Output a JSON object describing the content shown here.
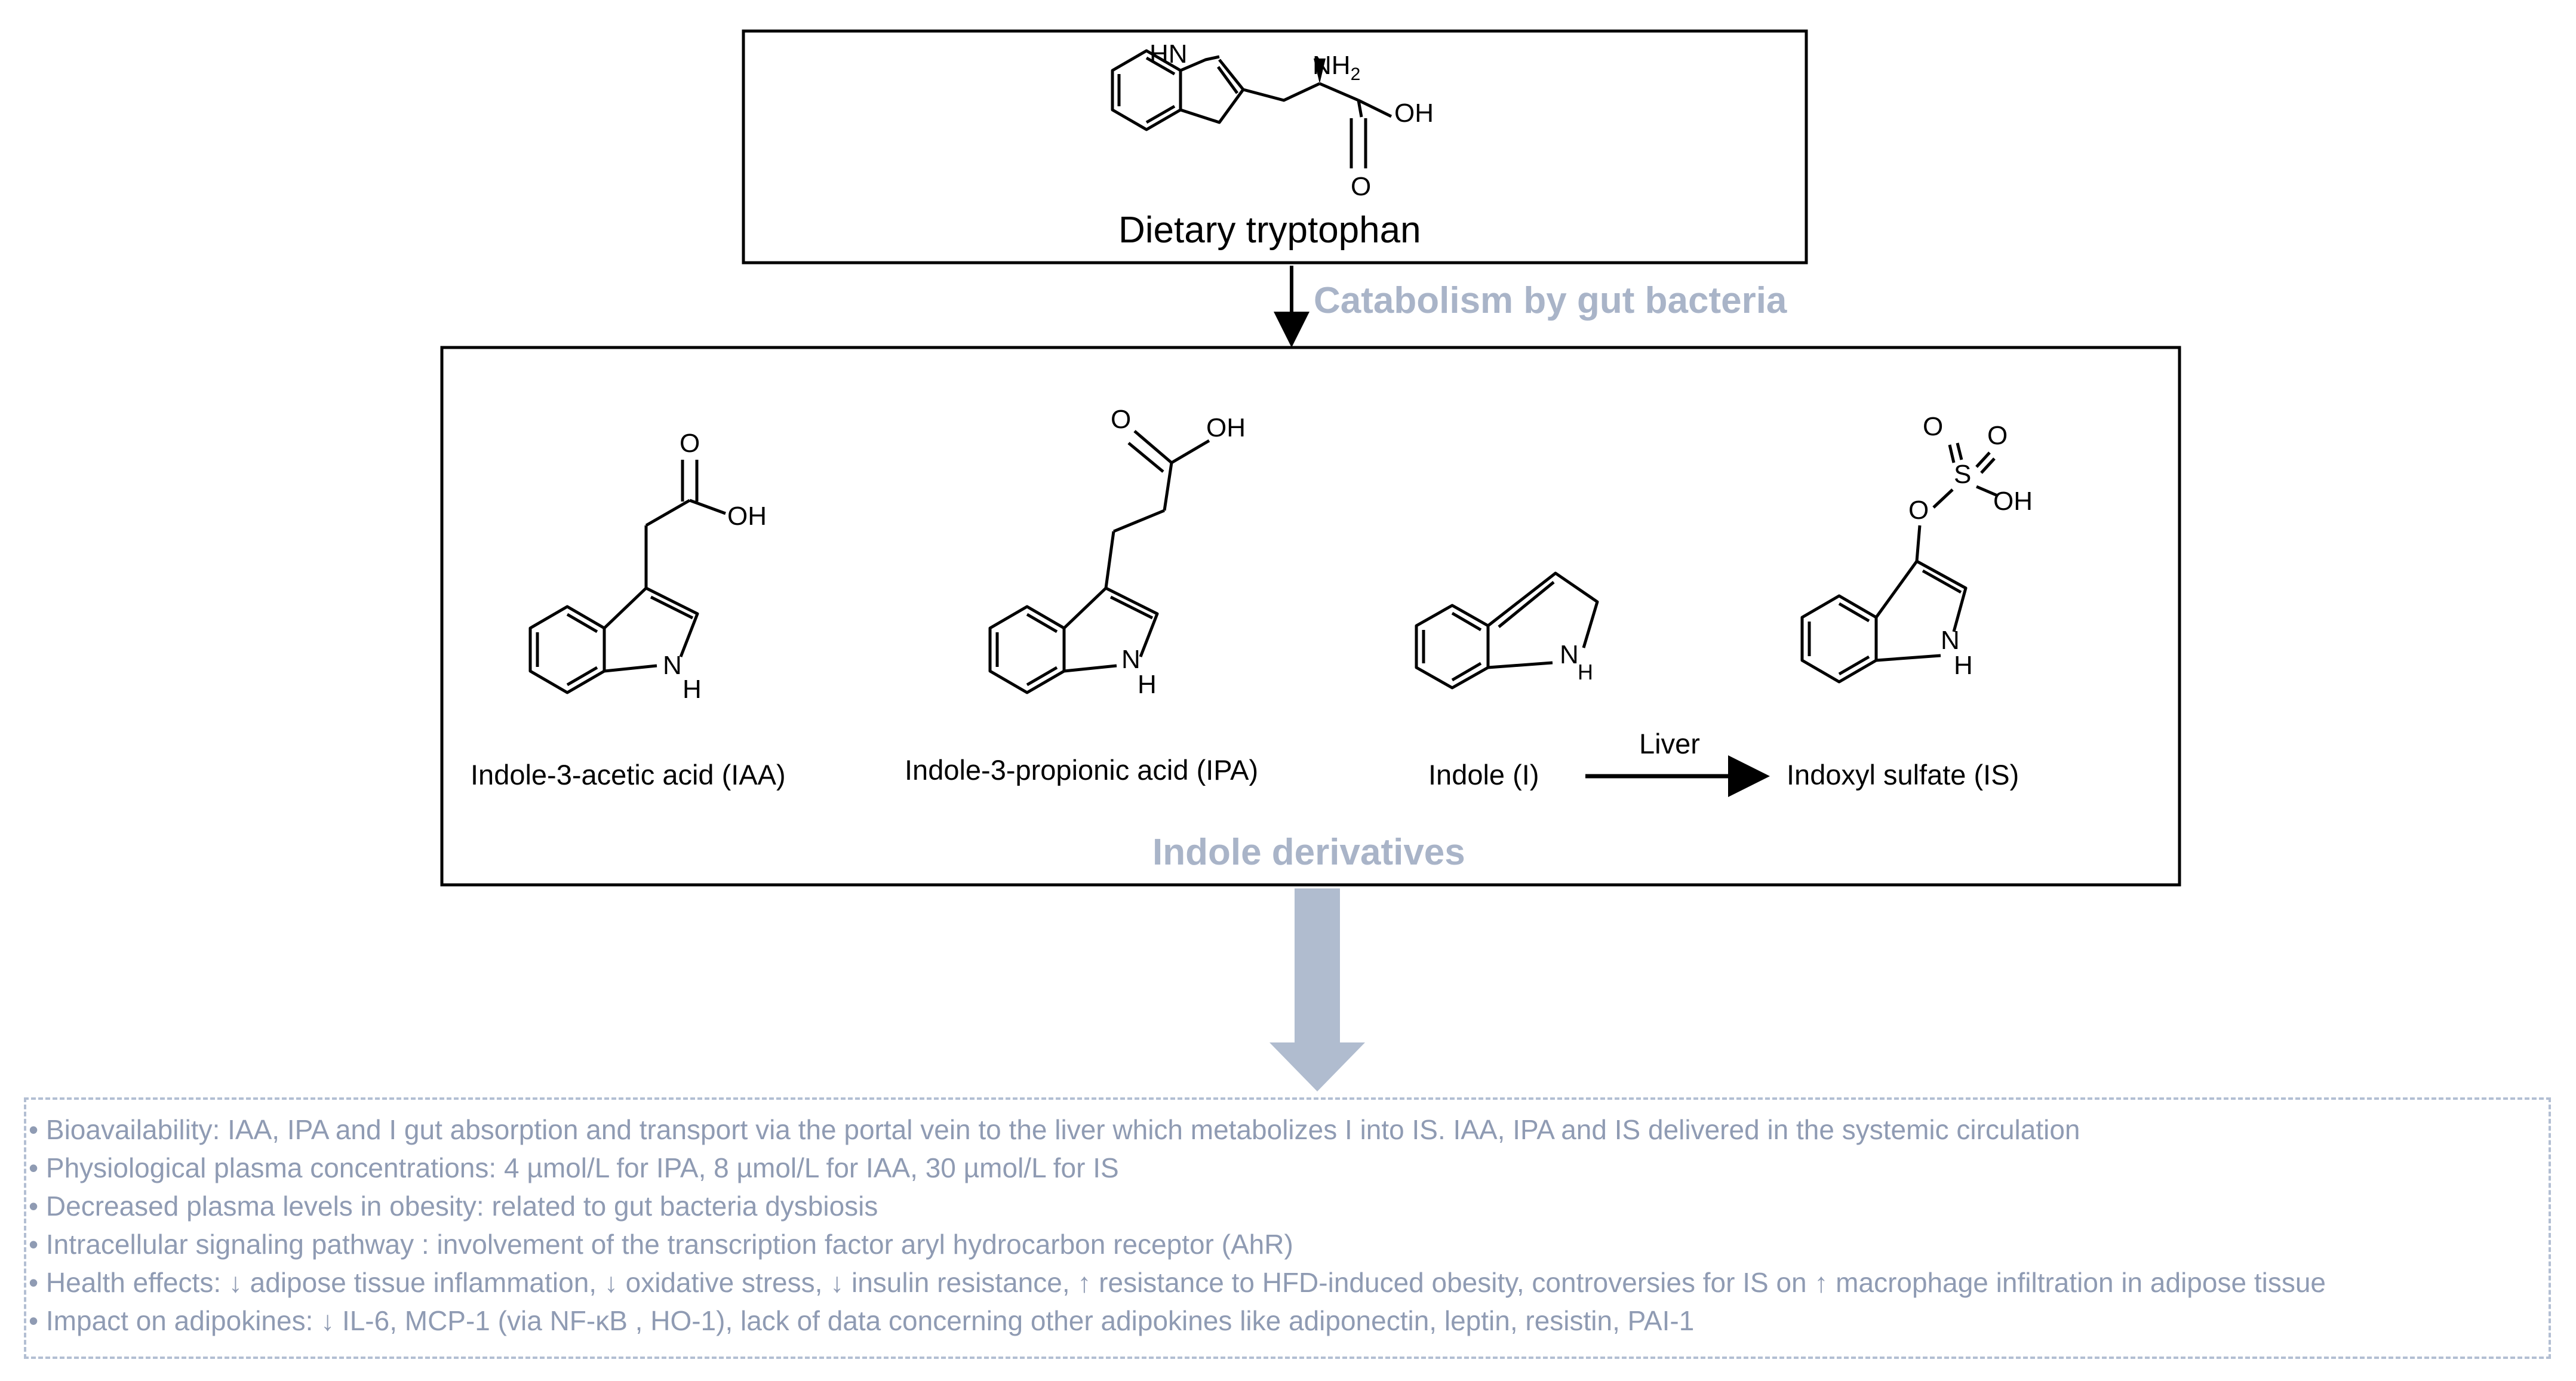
{
  "top_box": {
    "caption": "Dietary tryptophan",
    "atoms": {
      "hn": "HN",
      "nh2": "NH",
      "nh2_sub": "2",
      "oh": "OH",
      "o": "O"
    }
  },
  "arrow_label": "Catabolism by gut bacteria",
  "middle_box": {
    "group_label": "Indole derivatives",
    "compounds": [
      {
        "name": "Indole-3-acetic acid (IAA)"
      },
      {
        "name": "Indole-3-propionic acid (IPA)"
      },
      {
        "name": "Indole (I)"
      },
      {
        "name": "Indoxyl sulfate (IS)"
      }
    ],
    "liver_label": "Liver",
    "atoms": {
      "n": "N",
      "h": "H",
      "o": "O",
      "oh": "OH",
      "s": "S"
    }
  },
  "info": {
    "items": [
      "Bioavailability: IAA, IPA and I gut absorption and transport via the portal vein to the liver which metabolizes I into IS. IAA, IPA and IS delivered in the systemic circulation",
      "Physiological plasma concentrations: 4 µmol/L for IPA, 8 µmol/L for IAA, 30 µmol/L for IS",
      "Decreased plasma levels in obesity: related to gut bacteria dysbiosis",
      "Intracellular signaling pathway : involvement of the transcription factor aryl hydrocarbon receptor (AhR)",
      "Health effects: ↓ adipose tissue inflammation, ↓ oxidative stress, ↓ insulin resistance, ↑ resistance to HFD-induced obesity, controversies for IS  on ↑ macrophage infiltration in adipose tissue",
      "Impact on adipokines: ↓ IL-6, MCP-1 (via NF-κB , HO-1), lack of data concerning other adipokines like adiponectin, leptin, resistin, PAI-1"
    ]
  },
  "colors": {
    "accent_grey": "#a9b4c8",
    "text_grey": "#8f9bb3",
    "dashed_border": "#b3bfd3",
    "big_arrow": "#b0bccf"
  }
}
